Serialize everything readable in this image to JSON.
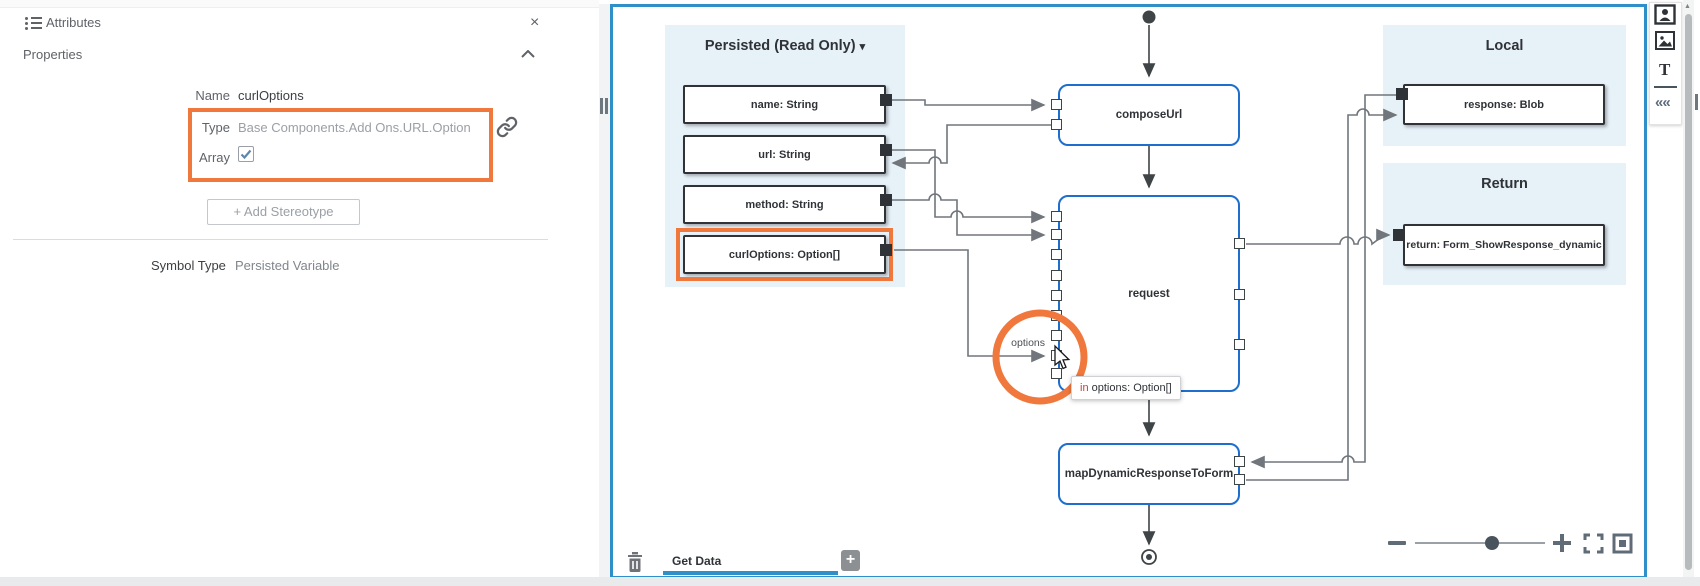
{
  "inspector": {
    "title": "Attributes",
    "section": "Properties",
    "fields": {
      "name_label": "Name",
      "name_value": "curlOptions",
      "type_label": "Type",
      "type_value": "Base Components.Add Ons.URL.Option",
      "array_label": "Array",
      "array_checked": true,
      "add_stereotype_label": "+ Add Stereotype",
      "symbol_type_label": "Symbol Type",
      "symbol_type_value": "Persisted Variable"
    }
  },
  "diagram": {
    "groups": {
      "persisted": {
        "title": "Persisted (Read Only)",
        "items": [
          "name: String",
          "url: String",
          "method: String",
          "curlOptions: Option[]"
        ]
      },
      "local": {
        "title": "Local",
        "items": [
          "response: Blob"
        ]
      },
      "return": {
        "title": "Return",
        "items": [
          "return: Form_ShowResponse_dynamic"
        ]
      }
    },
    "nodes": {
      "compose": "composeUrl",
      "request": "request",
      "map": "mapDynamicResponseToForm"
    },
    "options_port_label": "options",
    "tooltip": {
      "keyword": "in",
      "text": " options: Option[]"
    },
    "footer": {
      "active_tab": "Get Data"
    }
  },
  "icons": {
    "close": "×",
    "caret_down": "▾",
    "plus": "+",
    "scroll_up": "▲",
    "text_tool": "T",
    "collapse": "««"
  },
  "colors": {
    "highlight_orange": "#f0783c",
    "node_blue": "#1d6ecd",
    "canvas_border_blue": "#2e8fc9",
    "group_bg": "#e7f1f8",
    "tooltip_keyword_red": "#cc3b2e"
  }
}
